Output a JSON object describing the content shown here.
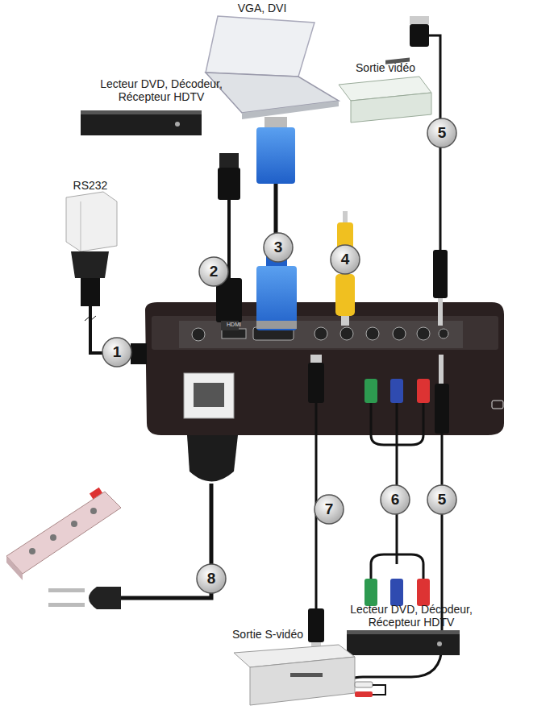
{
  "diagram": {
    "nodes": [
      {
        "text": [
          "5"
        ]
      },
      {
        "text": [
          "3"
        ]
      },
      {
        "text": [
          "4"
        ]
      },
      {
        "text": [
          "2"
        ]
      },
      {
        "text": [
          "1"
        ]
      },
      {
        "text": [
          "6"
        ]
      },
      {
        "text": [
          "5"
        ]
      },
      {
        "text": [
          "7"
        ]
      },
      {
        "text": [
          "8"
        ]
      }
    ],
    "labels": [
      "VGA, DVI",
      "Sortie vidéo",
      "Lecteur DVD, Décodeur, Récepteur HDTV",
      "RS232",
      "HDMI",
      "Lecteur DVD, Décodeur, Récepteur HDTV",
      "Sortie S-vidéo"
    ]
  }
}
